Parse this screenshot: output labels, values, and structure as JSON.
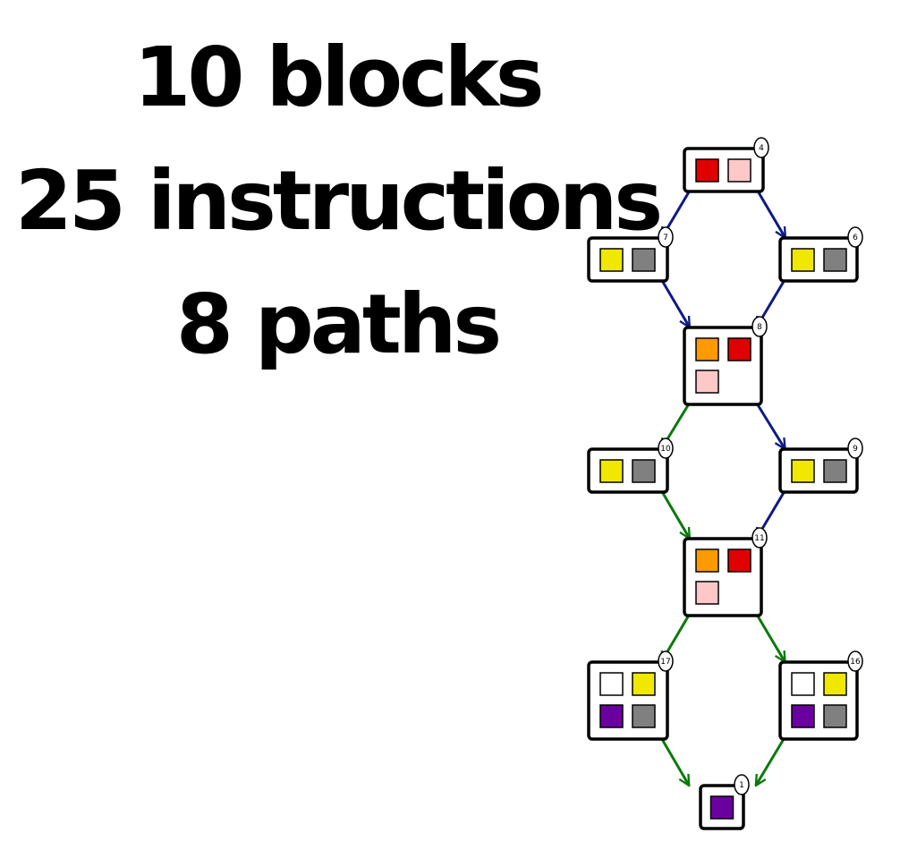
{
  "stats": {
    "blocks": "10 blocks",
    "instructions": "25 instructions",
    "paths": "8 paths"
  },
  "colors": {
    "edge_blue": "#0d1a85",
    "edge_green": "#0a7a0a",
    "red": "#e00000",
    "pink": "#ffc8c8",
    "yellow": "#f0e800",
    "gray": "#808080",
    "orange": "#ff9900",
    "purple": "#6a00a0",
    "white": "#ffffff"
  },
  "graph": {
    "nodes": [
      {
        "id": "4",
        "squares": [
          "red",
          "pink"
        ]
      },
      {
        "id": "7",
        "squares": [
          "yellow",
          "gray"
        ]
      },
      {
        "id": "6",
        "squares": [
          "yellow",
          "gray"
        ]
      },
      {
        "id": "8",
        "squares": [
          "orange",
          "red",
          "pink"
        ]
      },
      {
        "id": "10",
        "squares": [
          "yellow",
          "gray"
        ]
      },
      {
        "id": "9",
        "squares": [
          "yellow",
          "gray"
        ]
      },
      {
        "id": "11",
        "squares": [
          "orange",
          "red",
          "pink"
        ]
      },
      {
        "id": "17",
        "squares": [
          "white",
          "yellow",
          "purple",
          "gray"
        ]
      },
      {
        "id": "16",
        "squares": [
          "white",
          "yellow",
          "purple",
          "gray"
        ]
      },
      {
        "id": "1",
        "squares": [
          "purple"
        ]
      }
    ],
    "edges": [
      {
        "from": "4",
        "to": "7",
        "color": "blue"
      },
      {
        "from": "4",
        "to": "6",
        "color": "blue"
      },
      {
        "from": "7",
        "to": "8",
        "color": "blue"
      },
      {
        "from": "6",
        "to": "8",
        "color": "blue"
      },
      {
        "from": "8",
        "to": "10",
        "color": "green"
      },
      {
        "from": "8",
        "to": "9",
        "color": "blue"
      },
      {
        "from": "10",
        "to": "11",
        "color": "green"
      },
      {
        "from": "9",
        "to": "11",
        "color": "blue"
      },
      {
        "from": "11",
        "to": "17",
        "color": "green"
      },
      {
        "from": "11",
        "to": "16",
        "color": "green"
      },
      {
        "from": "17",
        "to": "1",
        "color": "green"
      },
      {
        "from": "16",
        "to": "1",
        "color": "green"
      }
    ]
  }
}
